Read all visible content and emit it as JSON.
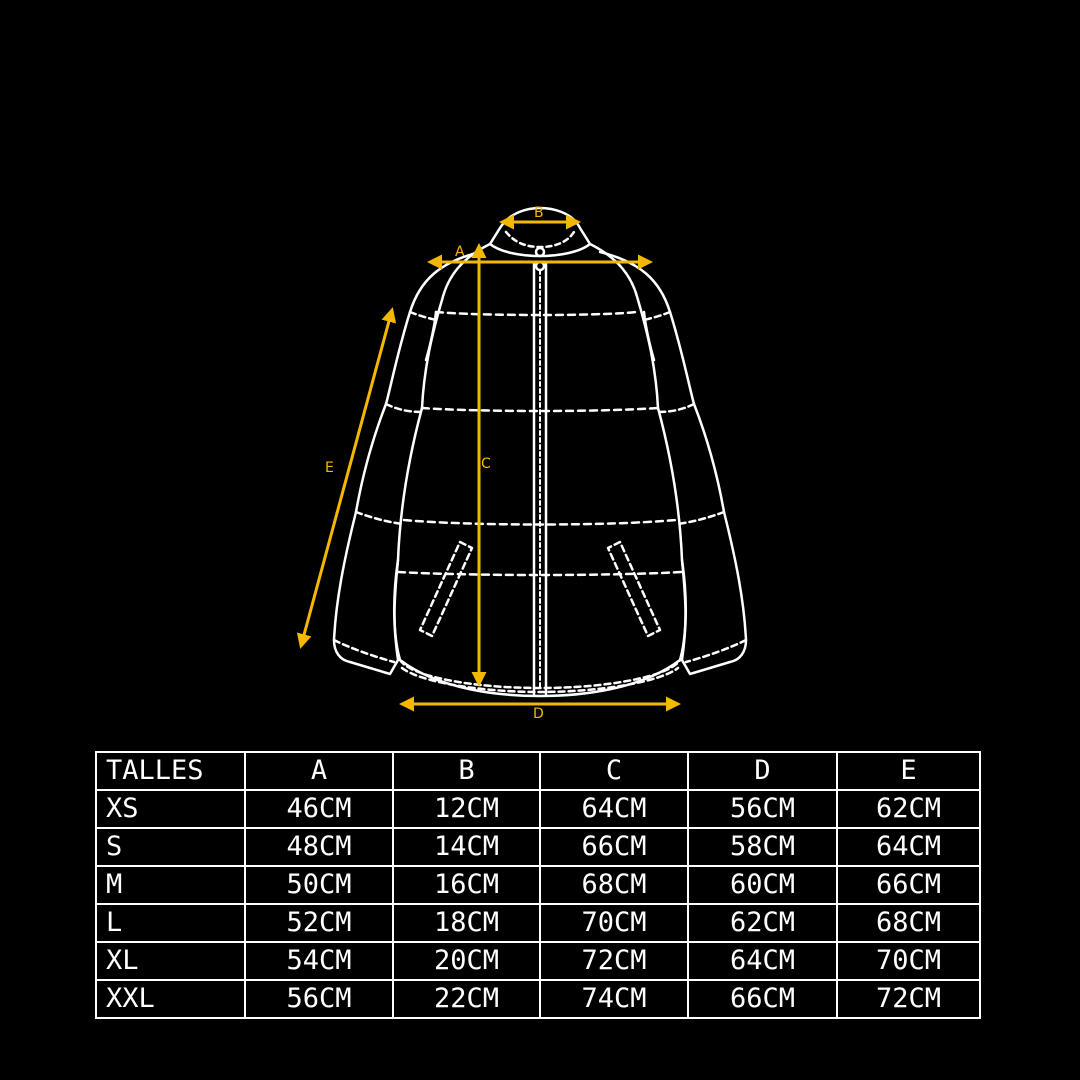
{
  "colors": {
    "background": "#000000",
    "outline": "#ffffff",
    "measure": "#F5B800"
  },
  "diagram": {
    "labels": {
      "a": "A",
      "b": "B",
      "c": "C",
      "d": "D",
      "e": "E"
    }
  },
  "table": {
    "headers": [
      "TALLES",
      "A",
      "B",
      "C",
      "D",
      "E"
    ],
    "rows": [
      [
        "XS",
        "46CM",
        "12CM",
        "64CM",
        "56CM",
        "62CM"
      ],
      [
        "S",
        "48CM",
        "14CM",
        "66CM",
        "58CM",
        "64CM"
      ],
      [
        "M",
        "50CM",
        "16CM",
        "68CM",
        "60CM",
        "66CM"
      ],
      [
        "L",
        "52CM",
        "18CM",
        "70CM",
        "62CM",
        "68CM"
      ],
      [
        "XL",
        "54CM",
        "20CM",
        "72CM",
        "64CM",
        "70CM"
      ],
      [
        "XXL",
        "56CM",
        "22CM",
        "74CM",
        "66CM",
        "72CM"
      ]
    ]
  }
}
